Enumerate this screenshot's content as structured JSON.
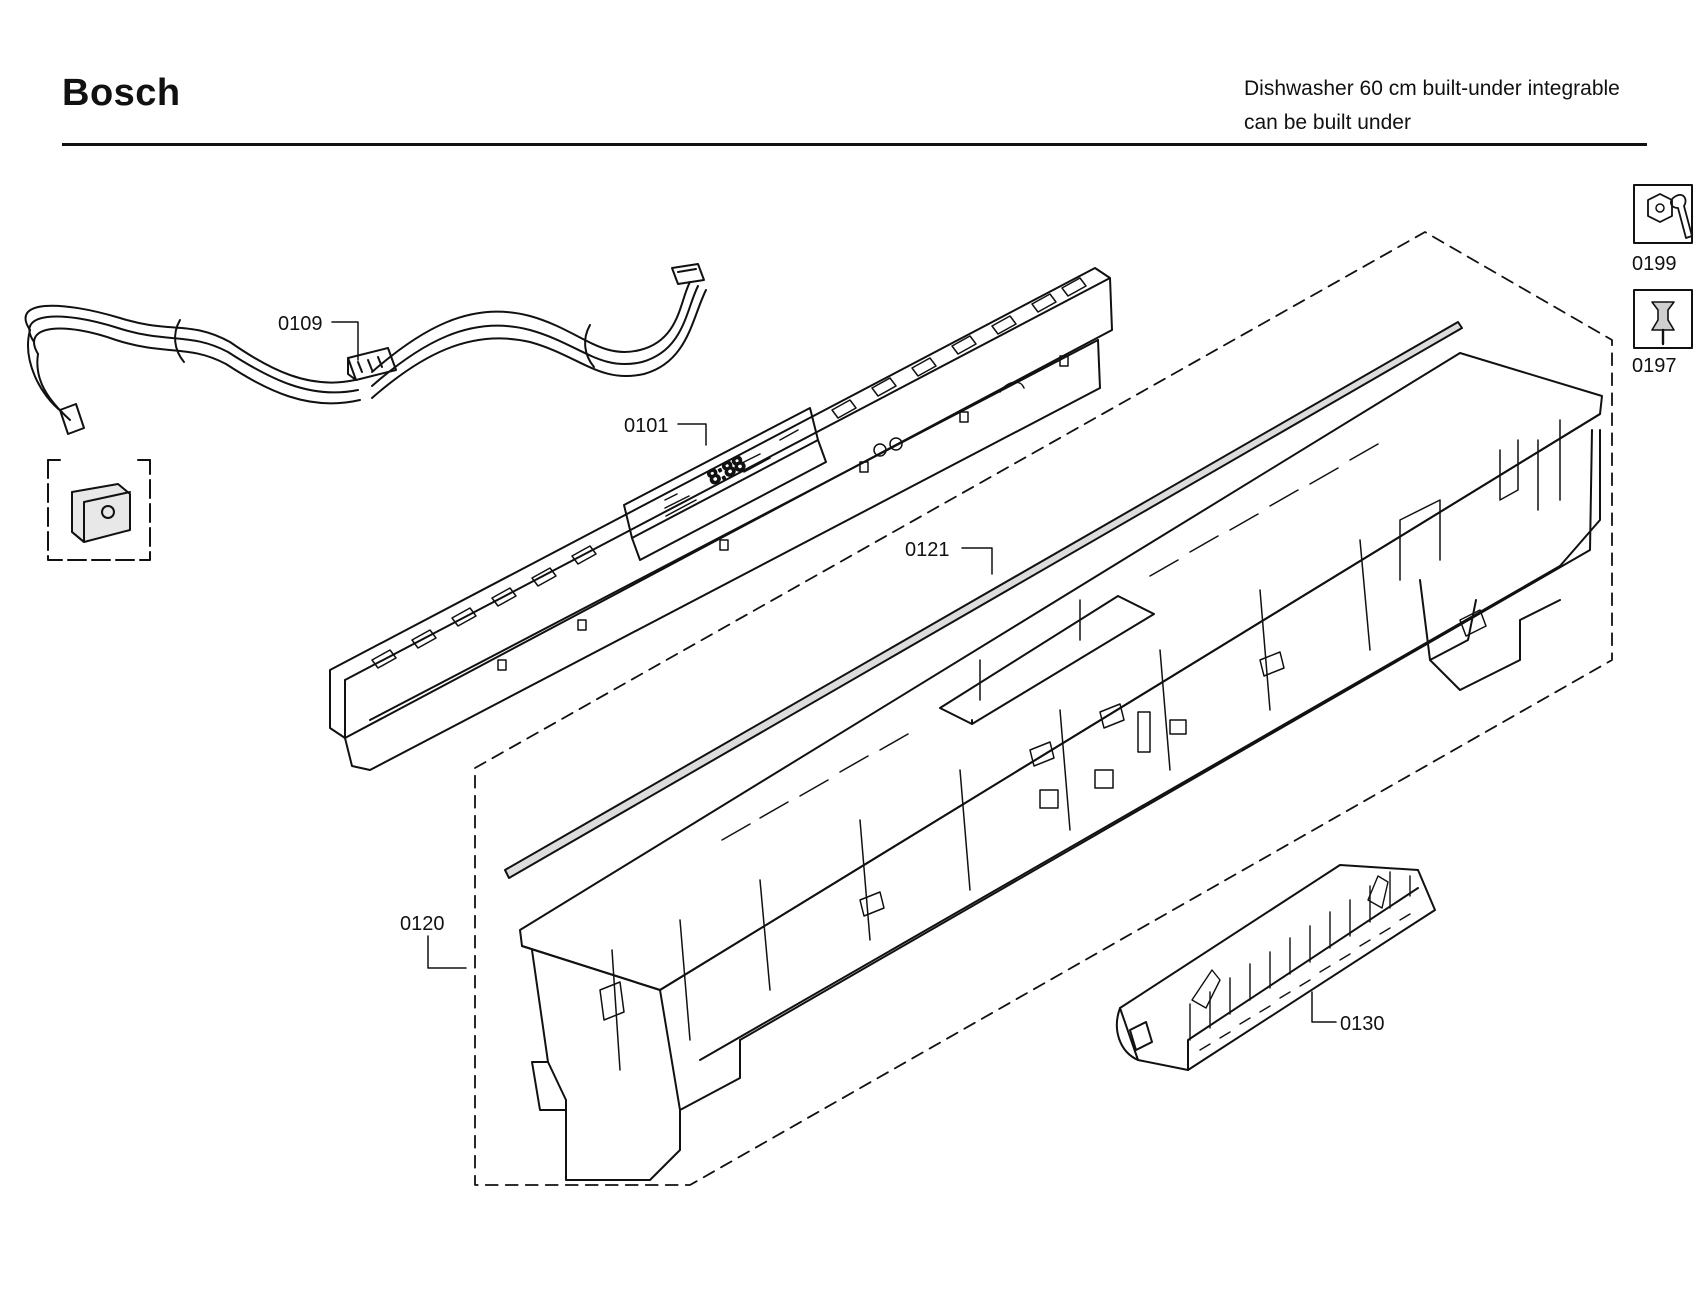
{
  "header": {
    "brand": "Bosch",
    "description_line1": "Dishwasher 60 cm built-under integrable",
    "description_line2": "can be built under"
  },
  "parts": {
    "p0109": "0109",
    "p0101": "0101",
    "p0121": "0121",
    "p0120": "0120",
    "p0130": "0130"
  },
  "tools": {
    "t0199": "0199",
    "t0197": "0197"
  },
  "display": {
    "digits": "8:88"
  },
  "icons": {
    "wrench_nut": "wrench-nut-icon",
    "screwdriver": "screwdriver-icon"
  }
}
